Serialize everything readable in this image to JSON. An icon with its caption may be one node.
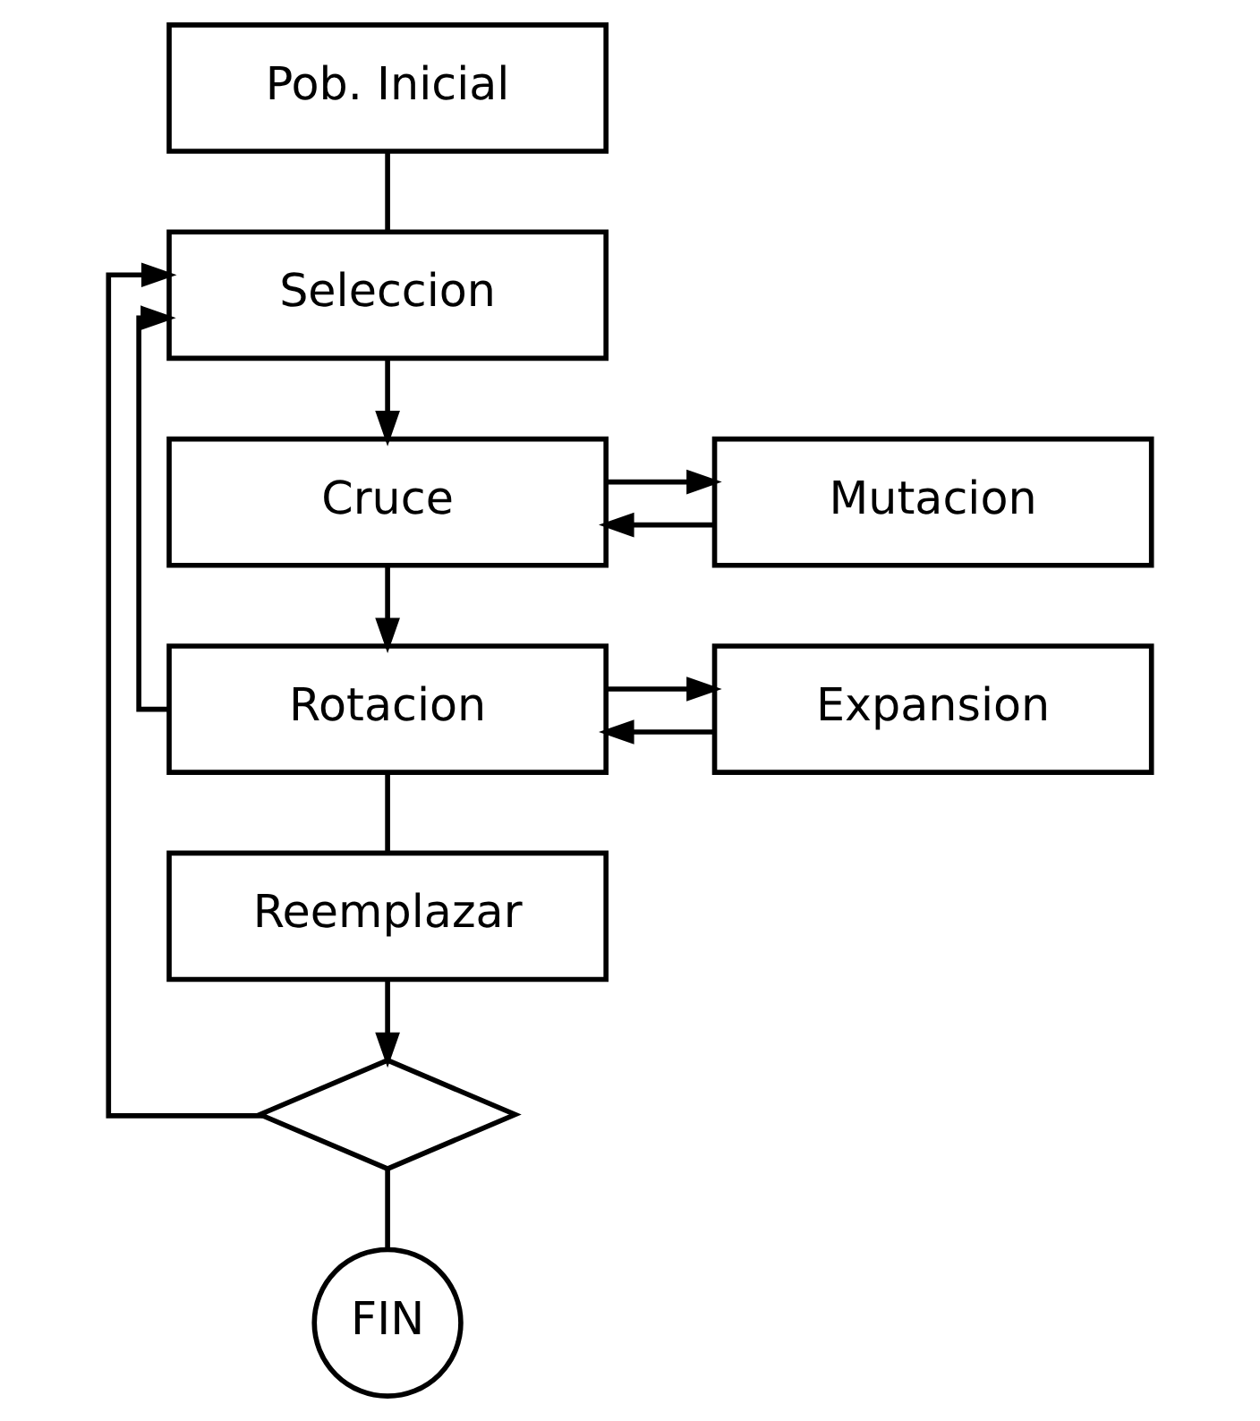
{
  "diagram": {
    "nodes": [
      {
        "text": [
          "Pob. Inicial"
        ]
      },
      {
        "text": [
          "Seleccion"
        ]
      },
      {
        "text": [
          "Cruce"
        ]
      },
      {
        "text": [
          "Mutacion"
        ]
      },
      {
        "text": [
          "Rotacion"
        ]
      },
      {
        "text": [
          "Expansion"
        ]
      },
      {
        "text": [
          "Reemplazar"
        ]
      },
      {
        "text": [],
        "shape": "diamond"
      },
      {
        "text": [
          "FIN"
        ]
      }
    ],
    "edges": [
      {
        "from": 0,
        "to": 1,
        "arrow": "none"
      },
      {
        "from": 1,
        "to": 2,
        "arrow": "to"
      },
      {
        "from": 2,
        "to": 3,
        "arrow": "to"
      },
      {
        "from": 3,
        "to": 2,
        "arrow": "to"
      },
      {
        "from": 2,
        "to": 4,
        "arrow": "to"
      },
      {
        "from": 4,
        "to": 5,
        "arrow": "to"
      },
      {
        "from": 5,
        "to": 4,
        "arrow": "to"
      },
      {
        "from": 4,
        "to": 6,
        "arrow": "none"
      },
      {
        "from": 4,
        "to": 1,
        "arrow": "to"
      },
      {
        "from": 6,
        "to": 7,
        "arrow": "to"
      },
      {
        "from": 7,
        "to": 1,
        "arrow": "to"
      },
      {
        "from": 7,
        "to": 8,
        "arrow": "none"
      }
    ]
  }
}
